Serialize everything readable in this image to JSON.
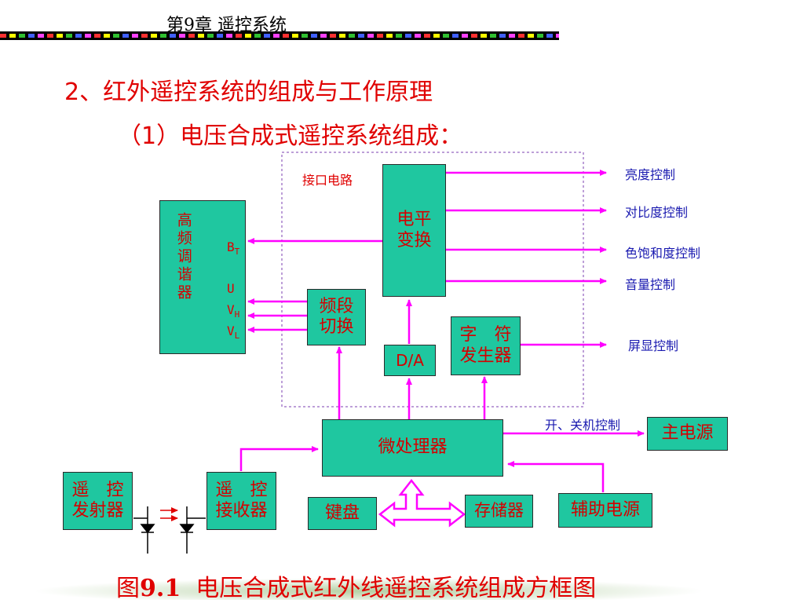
{
  "header": {
    "title": "第9章  遥控系统"
  },
  "headings": {
    "h1": "2、红外遥控系统的组成与工作原理",
    "h2": "（1）电压合成式遥控系统组成："
  },
  "diagram": {
    "interface_label": "接口电路",
    "tuner": "高频调谐器",
    "tuner_pins": {
      "bt": "B",
      "bt_sub": "T",
      "u": "U",
      "vh": "V",
      "vh_sub": "H",
      "vl": "V",
      "vl_sub": "L"
    },
    "level_shift": "电平\n变换",
    "band_switch": "频段\n切换",
    "da": "D/A",
    "char_gen": "字　符\n发生器",
    "mcu": "微处理器",
    "main_power": "主电源",
    "aux_power": "辅助电源",
    "keyboard": "键盘",
    "storage": "存储器",
    "rc_tx": "遥　控\n发射器",
    "rc_rx": "遥　控\n接收器",
    "outputs": {
      "brightness": "亮度控制",
      "contrast": "对比度控制",
      "saturation": "色饱和度控制",
      "volume": "音量控制",
      "osd": "屏显控制",
      "power_ctrl": "开、关机控制"
    },
    "ir_arrow": "→"
  },
  "caption": {
    "prefix": "图",
    "number": "9.1",
    "text": "电压合成式红外线遥控系统组成方框图"
  },
  "colors": {
    "box_fill": "#1fc7a0",
    "arrow": "#ff00ff",
    "box_text": "#d40000",
    "label_blue": "#1a1ab0",
    "heading_red": "#e00000"
  }
}
